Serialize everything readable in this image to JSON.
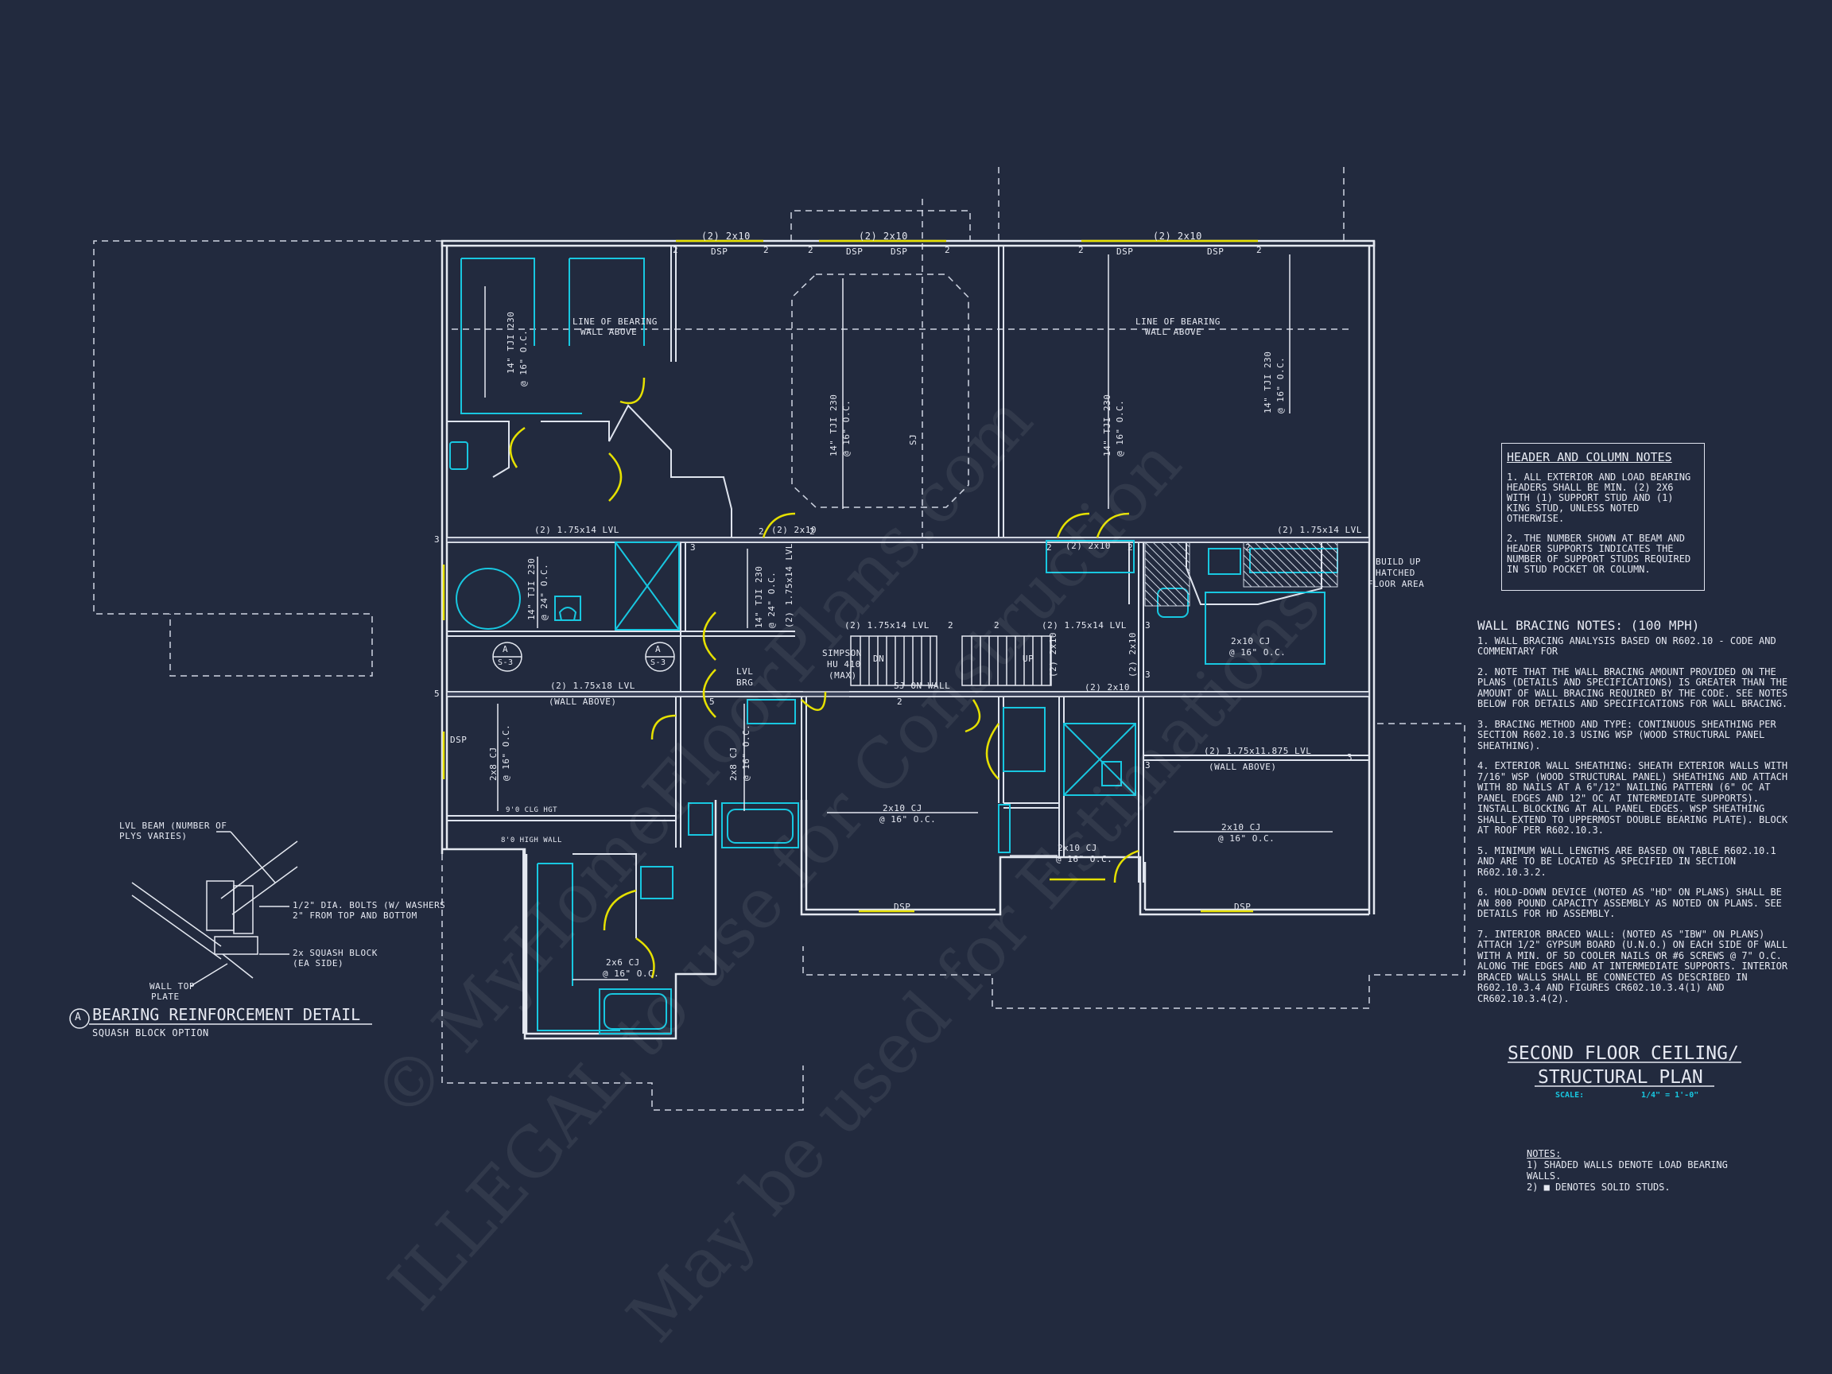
{
  "watermark": {
    "line1": "© MyHomeFloorPlans.com",
    "line2": "ILLEGAL to use for Construction",
    "line3": "May be used for Estimations"
  },
  "plan_labels": {
    "top_header_1": "(2) 2x10",
    "top_header_2": "(2) 2x10",
    "top_header_3": "(2) 2x10",
    "dsp": "DSP",
    "line_of_bearing_1": "LINE OF BEARING",
    "line_of_bearing_2": "WALL ABOVE",
    "tji_16": "14\" TJI 230",
    "oc_16": "@ 16\" O.C.",
    "oc_24": "@ 24\" O.C.",
    "sj": "SJ",
    "lvl_175x14": "(2) 1.75x14 LVL",
    "lvl_175x18": "(2) 1.75x18 LVL",
    "lvl_11875": "(2) 1.75x11.875 LVL",
    "wall_above": "(WALL ABOVE)",
    "hdr_2x10": "(2) 2x10",
    "simpson_1": "SIMPSON",
    "simpson_2": "HU 410",
    "simpson_3": "(MAX)",
    "lvl_brg_1": "LVL",
    "lvl_brg_2": "BRG",
    "dn": "DN",
    "up": "UP",
    "sj_on_wall": "SJ ON WALL",
    "cj_2x10": "2x10 CJ",
    "cj_2x8": "2x8 CJ",
    "cj_2x6": "2x6 CJ",
    "clg_hgt": "9'0 CLG HGT",
    "high_wall": "8'0 HIGH WALL",
    "section_a": "A",
    "section_s3": "S-3",
    "build_up_1": "BUILD UP",
    "build_up_2": "HATCHED",
    "build_up_3": "FLOOR AREA",
    "n2": "2",
    "n3": "3",
    "n5": "5"
  },
  "header_notes": {
    "title": "HEADER AND COLUMN NOTES",
    "items": [
      "1. ALL EXTERIOR AND LOAD BEARING HEADERS SHALL BE MIN. (2) 2x6 WITH (1) SUPPORT STUD AND (1) KING STUD, UNLESS NOTED OTHERWISE.",
      "2. THE NUMBER SHOWN AT BEAM AND HEADER SUPPORTS INDICATES THE NUMBER OF SUPPORT STUDS REQUIRED IN STUD POCKET OR COLUMN."
    ]
  },
  "bracing_notes": {
    "title": "WALL BRACING NOTES: (100 MPH)",
    "items": [
      "1. WALL BRACING ANALYSIS BASED ON R602.10 - CODE AND COMMENTARY FOR",
      "2. NOTE THAT THE WALL BRACING AMOUNT PROVIDED ON THE PLANS (DETAILS AND SPECIFICATIONS) IS GREATER THAN THE AMOUNT OF WALL BRACING REQUIRED BY THE CODE. SEE NOTES BELOW FOR DETAILS AND SPECIFICATIONS FOR WALL BRACING.",
      "3. BRACING METHOD AND TYPE: CONTINUOUS SHEATHING PER SECTION R602.10.3 USING WSP (WOOD STRUCTURAL PANEL SHEATHING).",
      "4. EXTERIOR WALL SHEATHING: SHEATH EXTERIOR WALLS WITH 7/16\" WSP (WOOD STRUCTURAL PANEL) SHEATHING AND ATTACH WITH 8d NAILS AT A 6\"/12\" NAILING PATTERN (6\" OC AT PANEL EDGES AND 12\" OC AT INTERMEDIATE SUPPORTS). INSTALL BLOCKING AT ALL PANEL EDGES. WSP SHEATHING SHALL EXTEND TO UPPERMOST DOUBLE BEARING PLATE). BLOCK AT ROOF PER R602.10.3.",
      "5. MINIMUM WALL LENGTHS ARE BASED ON TABLE R602.10.1 AND ARE TO BE LOCATED AS SPECIFIED IN SECTION R602.10.3.2.",
      "6. HOLD-DOWN DEVICE (NOTED AS \"HD\" ON PLANS) SHALL BE AN 800 POUND CAPACITY ASSEMBLY AS NOTED ON PLANS. SEE DETAILS FOR HD ASSEMBLY.",
      "7. INTERIOR BRACED WALL: (NOTED AS \"IBW\" ON PLANS) ATTACH 1/2\" GYPSUM BOARD (U.N.O.) ON EACH SIDE OF WALL WITH A MIN. OF 5d COOLER NAILS OR #6 SCREWS @ 7\" O.C. ALONG THE EDGES AND AT INTERMEDIATE SUPPORTS. INTERIOR BRACED WALLS SHALL BE CONNECTED AS DESCRIBED IN R602.10.3.4 AND FIGURES CR602.10.3.4(1) AND CR602.10.3.4(2)."
    ]
  },
  "title_block": {
    "title_line1": "SECOND FLOOR CEILING/",
    "title_line2": "STRUCTURAL PLAN",
    "scale_label": "SCALE:",
    "scale_value": "1/4\" = 1'-0\""
  },
  "notes": {
    "title": "NOTES:",
    "items": [
      "1) SHADED WALLS DENOTE LOAD BEARING WALLS.",
      "2) ■ DENOTES SOLID STUDS."
    ]
  },
  "detail": {
    "marker": "A",
    "title": "BEARING REINFORCEMENT DETAIL",
    "subtitle": "SQUASH BLOCK OPTION",
    "callout_1a": "LVL BEAM (NUMBER OF",
    "callout_1b": "PLYS VARIES)",
    "callout_2a": "1/2\" DIA. BOLTS (W/ WASHERS",
    "callout_2b": "2\" FROM TOP AND BOTTOM",
    "callout_3a": "2x SQUASH BLOCK",
    "callout_3b": "(EA SIDE)",
    "callout_4a": "WALL TOP",
    "callout_4b": "PLATE"
  }
}
